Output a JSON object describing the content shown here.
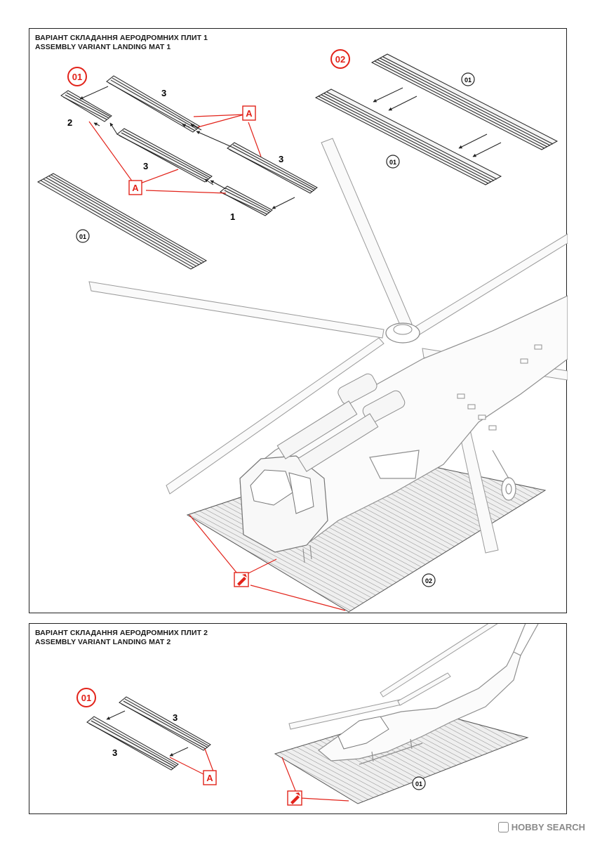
{
  "panel1": {
    "title_ua": "ВАРІАНТ СКЛАДАННЯ АЕРОДРОМНИХ ПЛИТ 1",
    "title_en": "ASSEMBLY VARIANT LANDING MAT 1",
    "step_01": "01",
    "step_02": "02",
    "label_A": "A",
    "ref_01": "01",
    "ref_02": "02",
    "part_1": "1",
    "part_2": "2",
    "part_3": "3"
  },
  "panel2": {
    "title_ua": "ВАРІАНТ СКЛАДАННЯ АЕРОДРОМНИХ ПЛИТ 2",
    "title_en": "ASSEMBLY VARIANT LANDING MAT 2",
    "step_01": "01",
    "label_A": "A",
    "ref_01": "01",
    "part_3": "3"
  },
  "footer": {
    "watermark": "HOBBY SEARCH"
  },
  "colors": {
    "accent_red": "#e2231a",
    "line": "#222222",
    "mat_fill": "#f4f4f4",
    "heli_line": "#9a9a9a"
  }
}
